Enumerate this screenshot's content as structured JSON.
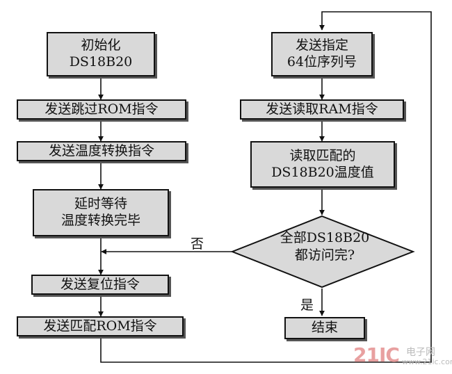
{
  "flowchart": {
    "left": {
      "init": [
        "初始化",
        "DS18B20"
      ],
      "skip_rom": "发送跳过ROM指令",
      "temp_convert": "发送温度转换指令",
      "delay_wait": [
        "延时等待",
        "温度转换完毕"
      ],
      "reset": "发送复位指令",
      "match_rom": "发送匹配ROM指令"
    },
    "right": {
      "send_serial": [
        "发送指定",
        "64位序列号"
      ],
      "read_ram": "发送读取RAM指令",
      "read_temp": [
        "读取匹配的",
        "DS18B20温度值"
      ],
      "decision": [
        "全部DS18B20",
        "都访问完?"
      ],
      "end": "结束"
    },
    "labels": {
      "no": "否",
      "yes": "是"
    }
  },
  "watermark": {
    "brand": "21IC",
    "site": "电子网",
    "url": "www.21ic.com"
  }
}
